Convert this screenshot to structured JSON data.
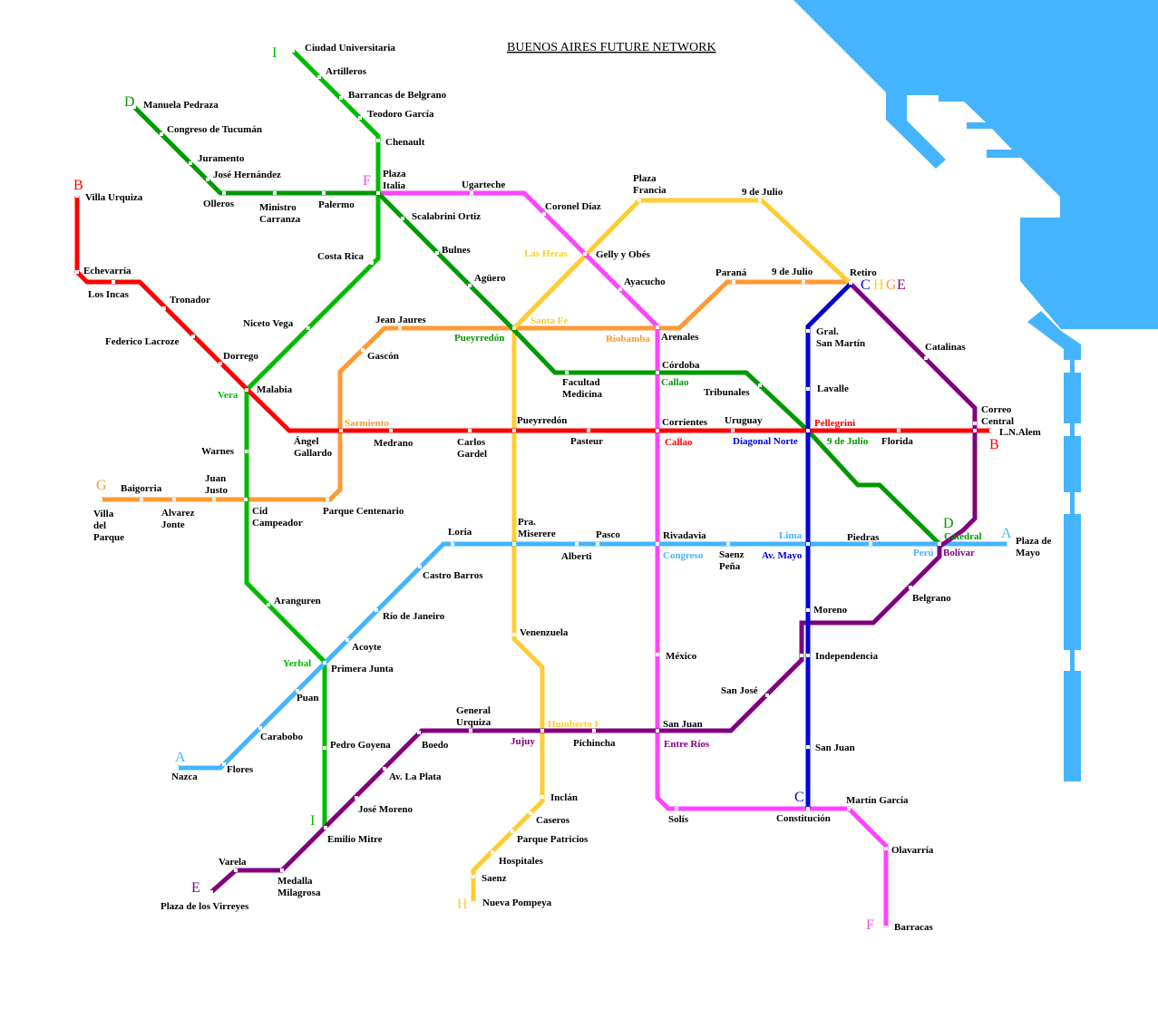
{
  "title": "BUENOS AIRES FUTURE NETWORK",
  "colors": {
    "A": "#44b4ff",
    "B": "#ff0000",
    "C": "#0000dd",
    "D": "#009900",
    "E": "#800080",
    "F": "#ff44ff",
    "G": "#ff9933",
    "H": "#ffcc33",
    "I": "#00bb00",
    "text": "#000000",
    "water": "#44b4ff"
  },
  "line_letters": [
    {
      "letter": "I",
      "line": "I"
    },
    {
      "letter": "D",
      "line": "D"
    },
    {
      "letter": "B",
      "line": "B"
    },
    {
      "letter": "F",
      "line": "F"
    },
    {
      "letter": "G",
      "line": "G"
    },
    {
      "letter": "A",
      "line": "A"
    },
    {
      "letter": "I",
      "line": "I"
    },
    {
      "letter": "E",
      "line": "E"
    },
    {
      "letter": "H",
      "line": "H"
    },
    {
      "letter": "F",
      "line": "F"
    },
    {
      "letter": "C",
      "line": "C"
    },
    {
      "letter": "C",
      "line": "C"
    },
    {
      "letter": "H",
      "line": "H"
    },
    {
      "letter": "G",
      "line": "G"
    },
    {
      "letter": "E",
      "line": "E"
    },
    {
      "letter": "B",
      "line": "B"
    },
    {
      "letter": "D",
      "line": "D"
    },
    {
      "letter": "A",
      "line": "A"
    }
  ],
  "labels": [
    {
      "lines": [
        "Ciudad Universitaria"
      ]
    },
    {
      "lines": [
        "Artilleros"
      ]
    },
    {
      "lines": [
        "Barrancas de Belgrano"
      ]
    },
    {
      "lines": [
        "Teodoro García"
      ]
    },
    {
      "lines": [
        "Chenault"
      ]
    },
    {
      "lines": [
        "Manuela Pedraza"
      ]
    },
    {
      "lines": [
        "Congreso de Tucumán"
      ]
    },
    {
      "lines": [
        "Juramento"
      ]
    },
    {
      "lines": [
        "José Hernández"
      ]
    },
    {
      "lines": [
        "Olleros"
      ]
    },
    {
      "lines": [
        "Ministro",
        "Carranza"
      ]
    },
    {
      "lines": [
        "Palermo"
      ]
    },
    {
      "lines": [
        "Plaza",
        "Italia"
      ]
    },
    {
      "lines": [
        "Ugarteche"
      ]
    },
    {
      "lines": [
        "Coronel Díaz"
      ]
    },
    {
      "lines": [
        "Scalabrini Ortiz"
      ]
    },
    {
      "lines": [
        "Bulnes"
      ]
    },
    {
      "lines": [
        "Agüero"
      ]
    },
    {
      "lines": [
        "Costa Rica"
      ]
    },
    {
      "lines": [
        "Niceto Vega"
      ]
    },
    {
      "lines": [
        "Villa Urquiza"
      ]
    },
    {
      "lines": [
        "Echevarría"
      ]
    },
    {
      "lines": [
        "Los Incas"
      ]
    },
    {
      "lines": [
        "Tronador"
      ]
    },
    {
      "lines": [
        "Federico Lacroze"
      ]
    },
    {
      "lines": [
        "Dorrego"
      ]
    },
    {
      "lines": [
        "Malabia"
      ]
    },
    {
      "lines": [
        "Vera"
      ],
      "line": "I"
    },
    {
      "lines": [
        "Jean Jaures"
      ]
    },
    {
      "lines": [
        "Gascón"
      ]
    },
    {
      "lines": [
        "Pueyrredón"
      ],
      "line": "D"
    },
    {
      "lines": [
        "Santa Fe"
      ],
      "line": "H"
    },
    {
      "lines": [
        "Riobamba"
      ],
      "line": "G"
    },
    {
      "lines": [
        "Arenales"
      ]
    },
    {
      "lines": [
        "Las Heras"
      ],
      "line": "H"
    },
    {
      "lines": [
        "Gelly y Obés"
      ]
    },
    {
      "lines": [
        "Ayacucho"
      ]
    },
    {
      "lines": [
        "Plaza",
        "Francia"
      ]
    },
    {
      "lines": [
        "9 de Julio"
      ]
    },
    {
      "lines": [
        "Paraná"
      ]
    },
    {
      "lines": [
        "9 de Julio"
      ]
    },
    {
      "lines": [
        "Retiro"
      ]
    },
    {
      "lines": [
        "Gral.",
        "San Martín"
      ]
    },
    {
      "lines": [
        "Catalinas"
      ]
    },
    {
      "lines": [
        "Lavalle"
      ]
    },
    {
      "lines": [
        "Córdoba"
      ]
    },
    {
      "lines": [
        "Callao"
      ],
      "line": "D"
    },
    {
      "lines": [
        "Facultad",
        "Medicina"
      ]
    },
    {
      "lines": [
        "Tribunales"
      ]
    },
    {
      "lines": [
        "Correo",
        "Central"
      ]
    },
    {
      "lines": [
        "L.N.Alem"
      ]
    },
    {
      "lines": [
        "Sarmiento"
      ],
      "line": "G"
    },
    {
      "lines": [
        "Pueyrredón"
      ]
    },
    {
      "lines": [
        "Corrientes"
      ]
    },
    {
      "lines": [
        "Uruguay"
      ]
    },
    {
      "lines": [
        "Pellegrini"
      ],
      "line": "B"
    },
    {
      "lines": [
        "Ángel",
        "Gallardo"
      ]
    },
    {
      "lines": [
        "Medrano"
      ]
    },
    {
      "lines": [
        "Carlos",
        "Gardel"
      ]
    },
    {
      "lines": [
        "Pasteur"
      ]
    },
    {
      "lines": [
        "Callao"
      ],
      "line": "B"
    },
    {
      "lines": [
        "Diagonal Norte"
      ],
      "line": "C"
    },
    {
      "lines": [
        "9 de Julio"
      ],
      "line": "D"
    },
    {
      "lines": [
        "Florida"
      ]
    },
    {
      "lines": [
        "Warnes"
      ]
    },
    {
      "lines": [
        "Juan",
        "Justo"
      ]
    },
    {
      "lines": [
        "Baigorria"
      ]
    },
    {
      "lines": [
        "Villa",
        "del",
        "Parque"
      ]
    },
    {
      "lines": [
        "Alvarez",
        "Jonte"
      ]
    },
    {
      "lines": [
        "Cid",
        "Campeador"
      ]
    },
    {
      "lines": [
        "Parque Centenario"
      ]
    },
    {
      "lines": [
        "Loria"
      ]
    },
    {
      "lines": [
        "Pra.",
        "Miserere"
      ]
    },
    {
      "lines": [
        "Pasco"
      ]
    },
    {
      "lines": [
        "Alberti"
      ]
    },
    {
      "lines": [
        "Rivadavia"
      ]
    },
    {
      "lines": [
        "Congreso"
      ],
      "line": "A"
    },
    {
      "lines": [
        "Saenz",
        "Peña"
      ]
    },
    {
      "lines": [
        "Lima"
      ],
      "line": "A"
    },
    {
      "lines": [
        "Av. Mayo"
      ],
      "line": "C"
    },
    {
      "lines": [
        "Piedras"
      ]
    },
    {
      "lines": [
        "Perú"
      ],
      "line": "A"
    },
    {
      "lines": [
        "Bolívar"
      ],
      "line": "E"
    },
    {
      "lines": [
        "Catedral"
      ],
      "line": "D"
    },
    {
      "lines": [
        "Plaza de",
        "Mayo"
      ]
    },
    {
      "lines": [
        "Castro Barros"
      ]
    },
    {
      "lines": [
        "Aranguren"
      ]
    },
    {
      "lines": [
        "Río de Janeiro"
      ]
    },
    {
      "lines": [
        "Acoyte"
      ]
    },
    {
      "lines": [
        "Yerbal"
      ],
      "line": "I"
    },
    {
      "lines": [
        "Primera Junta"
      ]
    },
    {
      "lines": [
        "Puan"
      ]
    },
    {
      "lines": [
        "Carabobo"
      ]
    },
    {
      "lines": [
        "Nazca"
      ]
    },
    {
      "lines": [
        "Flores"
      ]
    },
    {
      "lines": [
        "Venenzuela"
      ]
    },
    {
      "lines": [
        "Moreno"
      ]
    },
    {
      "lines": [
        "Belgrano"
      ]
    },
    {
      "lines": [
        "México"
      ]
    },
    {
      "lines": [
        "Independencia"
      ]
    },
    {
      "lines": [
        "San José"
      ]
    },
    {
      "lines": [
        "General",
        "Urquiza"
      ]
    },
    {
      "lines": [
        "Humberto I"
      ],
      "line": "H"
    },
    {
      "lines": [
        "San Juan"
      ]
    },
    {
      "lines": [
        "Boedo"
      ]
    },
    {
      "lines": [
        "Jujuy"
      ],
      "line": "E"
    },
    {
      "lines": [
        "Pichincha"
      ]
    },
    {
      "lines": [
        "Entre Ríos"
      ],
      "line": "E"
    },
    {
      "lines": [
        "San Juan"
      ]
    },
    {
      "lines": [
        "Pedro Goyena"
      ]
    },
    {
      "lines": [
        "Av. La Plata"
      ]
    },
    {
      "lines": [
        "José Moreno"
      ]
    },
    {
      "lines": [
        "Inclán"
      ]
    },
    {
      "lines": [
        "Caseros"
      ]
    },
    {
      "lines": [
        "Parque Patricios"
      ]
    },
    {
      "lines": [
        "Hospitales"
      ]
    },
    {
      "lines": [
        "Saenz"
      ]
    },
    {
      "lines": [
        "Nueva Pompeya"
      ]
    },
    {
      "lines": [
        "Emilio Mitre"
      ]
    },
    {
      "lines": [
        "Varela"
      ]
    },
    {
      "lines": [
        "Medalla",
        "Milagrosa"
      ]
    },
    {
      "lines": [
        "Plaza de los Virreyes"
      ]
    },
    {
      "lines": [
        "Solís"
      ]
    },
    {
      "lines": [
        "Constitución"
      ]
    },
    {
      "lines": [
        "Martín García"
      ]
    },
    {
      "lines": [
        "Olavarría"
      ]
    },
    {
      "lines": [
        "Barracas"
      ]
    }
  ]
}
